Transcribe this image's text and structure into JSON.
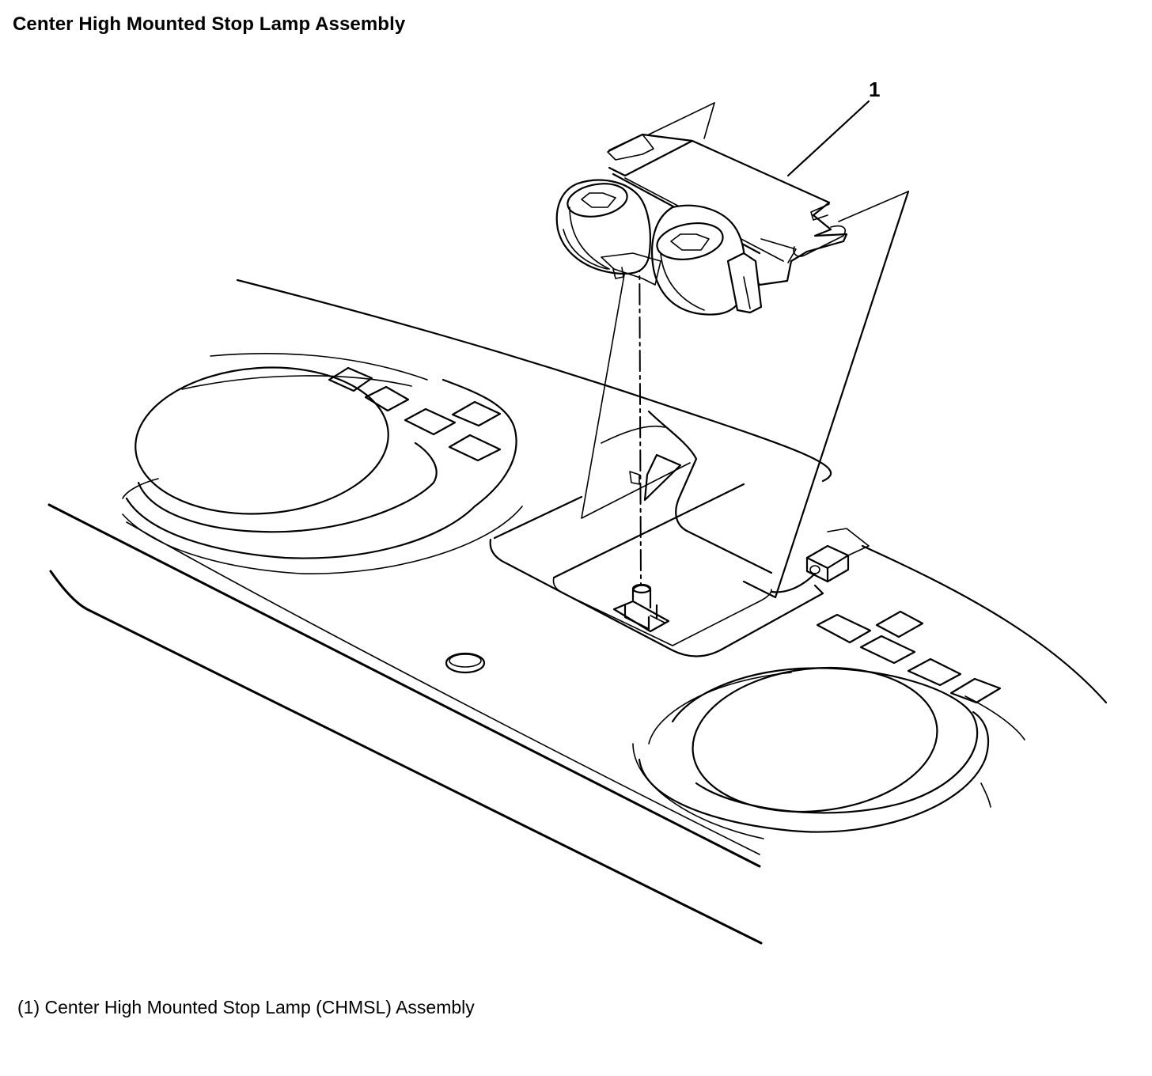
{
  "title": "Center High Mounted Stop Lamp Assembly",
  "callouts": [
    {
      "number": "1"
    }
  ],
  "legend": [
    {
      "text": "(1) Center High Mounted Stop Lamp (CHMSL) Assembly"
    }
  ]
}
